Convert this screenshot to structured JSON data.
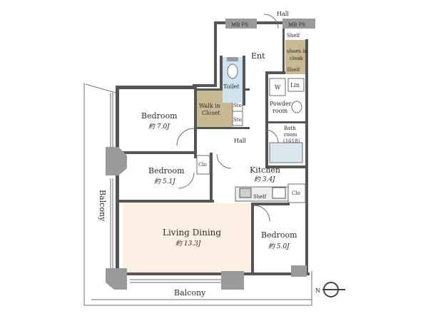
{
  "rooms": {
    "bedroom1": {
      "label": "Bedroom",
      "area": "約 7.0J"
    },
    "bedroom2": {
      "label": "Bedroom",
      "area": "約 5.1J"
    },
    "bedroom3": {
      "label": "Bedroom",
      "area": "約 5.0J"
    },
    "living": {
      "label": "Living Dining",
      "area": "約 13.3J"
    },
    "kitchen": {
      "label": "Kitchen",
      "area": "約 3.4J"
    }
  },
  "labels": {
    "hall_top": "Hall",
    "hall_mid": "Hall",
    "mbps_left": "MB PS",
    "mbps_right": "MB PS",
    "ent": "Ent",
    "shelf_top": "Shelf",
    "shoes_line1": "shoes in",
    "shoes_line2": "cloak",
    "shelf_mid": "Shelf",
    "toilet": "Toilet",
    "w": "W",
    "lin": "Lin",
    "powder_line1": "Powder",
    "powder_line2": "room",
    "bath_line1": "Bath",
    "bath_line2": "room",
    "bath_line3": "(1618)",
    "walkin_line1": "Walk in",
    "walkin_line2": "Closet",
    "sto1": "Sto",
    "sto2": "Sto",
    "clo_b2": "Clo",
    "clo_kitchen": "Clo",
    "shelf_kitchen": "Shelf",
    "balcony_left": "Balcony",
    "balcony_bottom": "Balcony",
    "north": "N"
  },
  "colors": {
    "wall": "#555555",
    "living_floor": "#fbeee2",
    "walkin": "#c9b993",
    "toilet": "#cfe3ef"
  }
}
